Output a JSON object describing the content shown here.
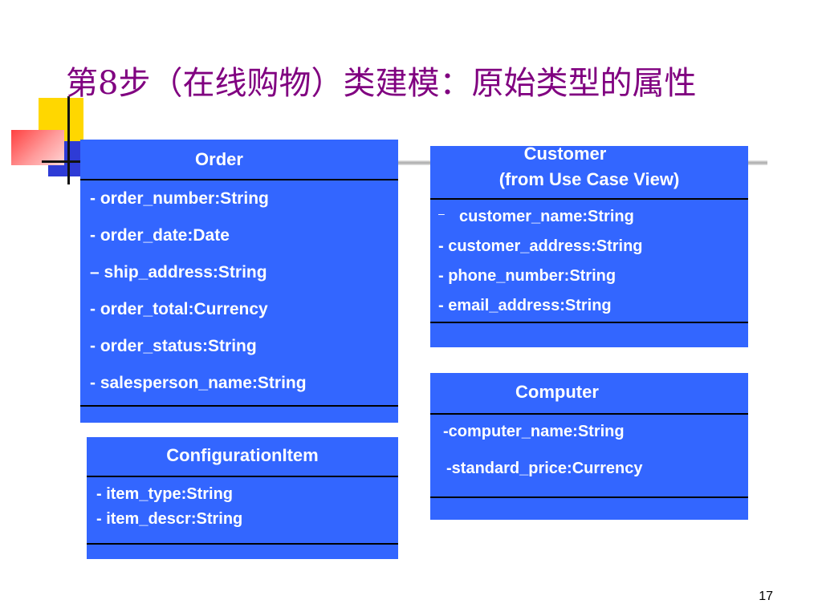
{
  "slide": {
    "title": "第8步（在线购物）类建模：原始类型的属性",
    "page_number": "17"
  },
  "classes": {
    "order": {
      "name": "Order",
      "attributes": [
        "- order_number:String",
        "- order_date:Date",
        "– ship_address:String",
        "- order_total:Currency",
        "- order_status:String",
        "- salesperson_name:String"
      ]
    },
    "customer": {
      "name": "Customer",
      "stereotype": "(from Use Case View)",
      "attributes": [
        "customer_name:String",
        "- customer_address:String",
        "- phone_number:String",
        "- email_address:String"
      ]
    },
    "computer": {
      "name": "Computer",
      "attributes": [
        "-computer_name:String",
        "-standard_price:Currency"
      ]
    },
    "configuration_item": {
      "name": "ConfigurationItem",
      "attributes": [
        "- item_type:String",
        "- item_descr:String"
      ]
    }
  },
  "colors": {
    "title": "#800080",
    "class_fill": "#3366ff",
    "class_text": "#ffffff"
  }
}
